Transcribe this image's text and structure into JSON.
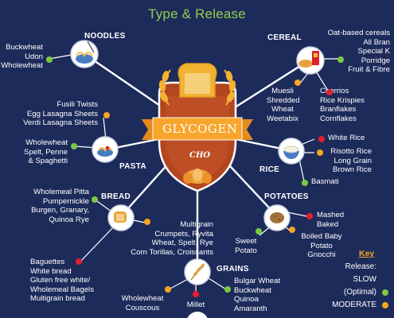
{
  "title": "Type & Release",
  "center": {
    "label": "GLYCOGEN",
    "sublabel": "CHO"
  },
  "colors": {
    "slow": "#7ac943",
    "moderate": "#f5a623",
    "fast": "#e2202c",
    "background": "#1d2b5b",
    "title": "#8fcf4e"
  },
  "categories": {
    "noodles": {
      "name": "NOODLES",
      "items": [
        {
          "text": "Buckwheat\nUdon\nWholewheat",
          "release": "slow"
        }
      ]
    },
    "cereal": {
      "name": "CEREAL",
      "items": [
        {
          "text": "Oat-based cereals\nAll Bran\nSpecial K\nPorridge\nFruit & Fibre",
          "release": "slow"
        },
        {
          "text": "Muesli\nShredded\nWheat\nWeetabix",
          "release": "moderate"
        },
        {
          "text": "Cherrios\nRice Krispies\nBranflakes\nCornflakes",
          "release": "fast"
        }
      ]
    },
    "pasta": {
      "name": "PASTA",
      "items": [
        {
          "text": "Fusili Twists\nEgg Lasagna Sheets\nVerdi Lasagna Sheets",
          "release": "moderate"
        },
        {
          "text": "Wholewheat\nSpelt, Penne\n& Spaghetti",
          "release": "slow"
        }
      ]
    },
    "rice": {
      "name": "RICE",
      "items": [
        {
          "text": "White Rice",
          "release": "fast"
        },
        {
          "text": "Risotto Rice\nLong Grain\nBrown Rice",
          "release": "moderate"
        },
        {
          "text": "Basmati",
          "release": "slow"
        }
      ]
    },
    "bread": {
      "name": "BREAD",
      "items": [
        {
          "text": "Wholemeal Pitta\nPumpernickle\nBurgen, Granary,\nQuinoa Rye",
          "release": "slow"
        },
        {
          "text": "Multigrain\nCrumpets, Ryvita\nWheat, Spelt, Rye\nCorn Torillas, Croissants",
          "release": "moderate"
        },
        {
          "text": "Baguettes\nWhite bread\nGluten free white/\nWholemeal Bagels\nMultigrain bread",
          "release": "fast"
        }
      ]
    },
    "potatoes": {
      "name": "POTATOES",
      "items": [
        {
          "text": "Mashed\nBaked",
          "release": "fast"
        },
        {
          "text": "Sweet\nPotato",
          "release": "slow"
        },
        {
          "text": "Boiled Baby\nPotato\nGnocchi",
          "release": "moderate"
        }
      ]
    },
    "grains": {
      "name": "GRAINS",
      "items": [
        {
          "text": "Bulgar Wheat\nBuckwheat\nQuinoa\nAmaranth",
          "release": "slow"
        },
        {
          "text": "Wholewheat\nCouscous",
          "release": "moderate"
        },
        {
          "text": "Millet",
          "release": "fast"
        }
      ]
    }
  },
  "key": {
    "title": "Key",
    "release_label": "Release:",
    "slow": "SLOW",
    "slow_sub": "(Optimal)",
    "moderate": "MODERATE"
  }
}
